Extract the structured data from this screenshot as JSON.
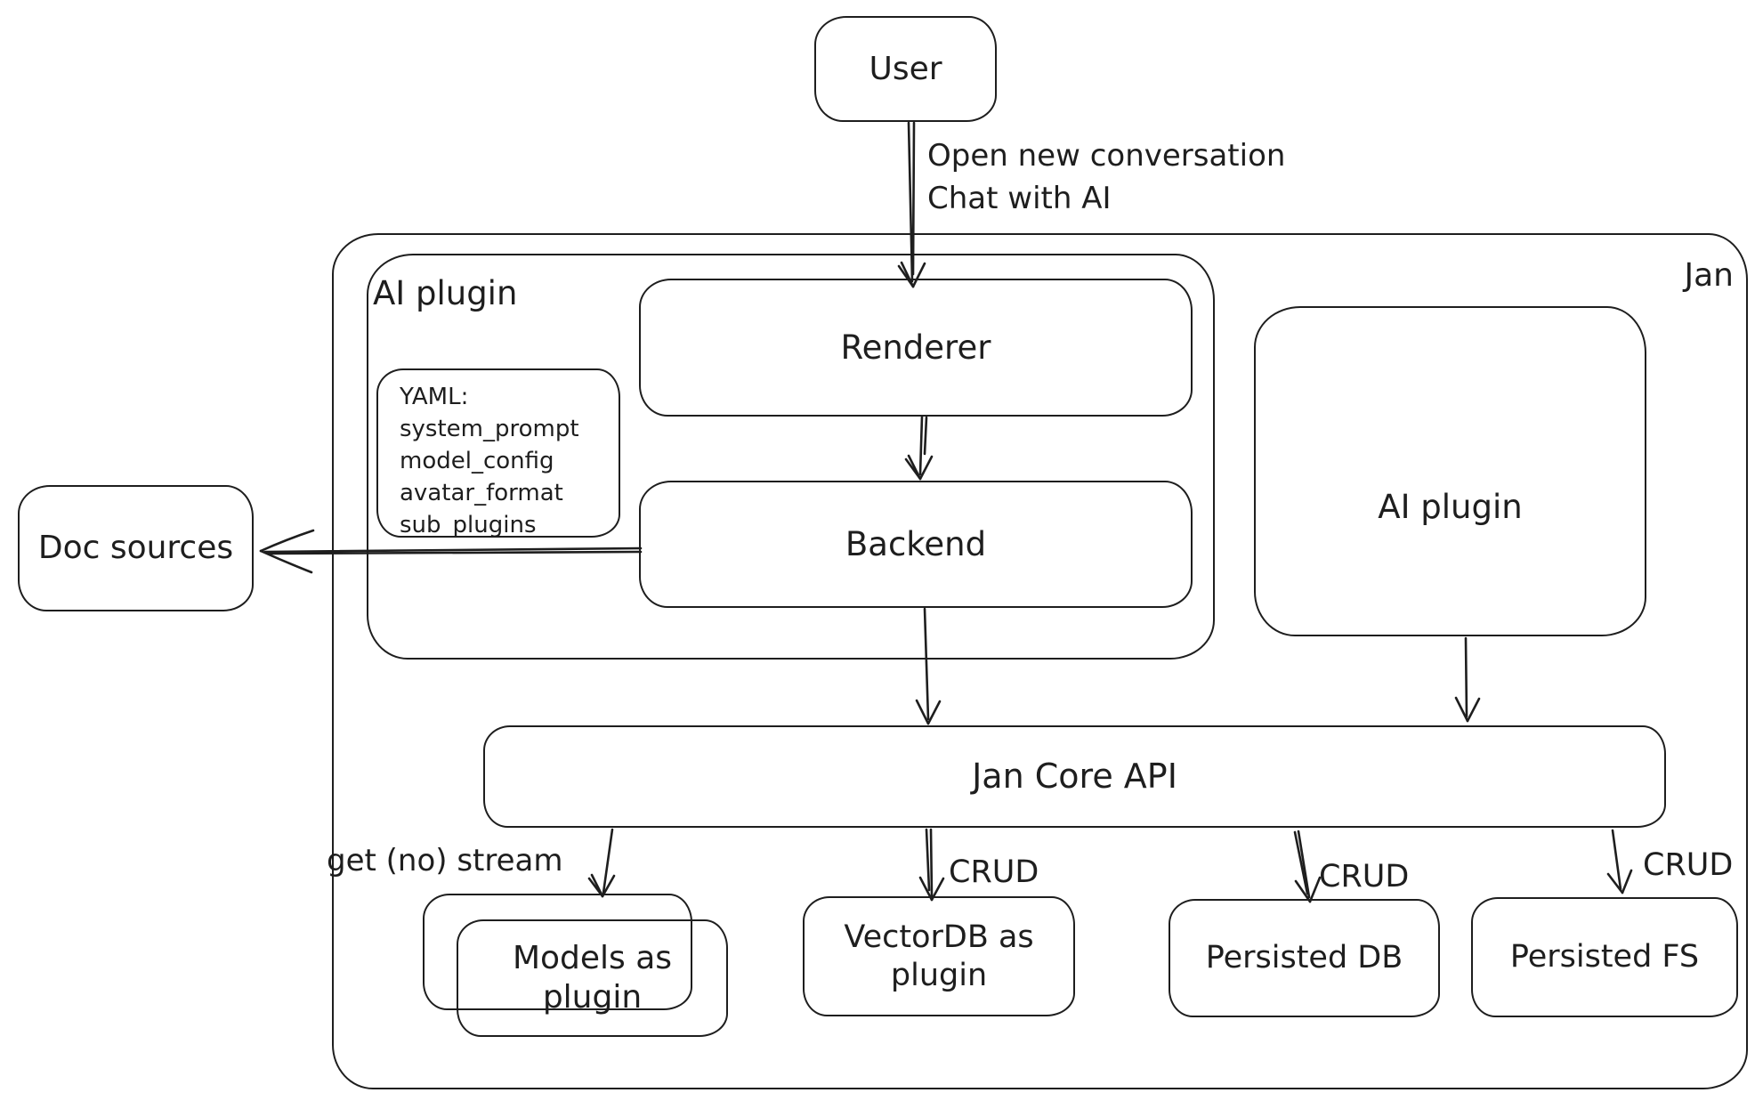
{
  "canvas": {
    "background": "#ffffff",
    "ink": "#1e1e1e"
  },
  "nodes": {
    "user": {
      "label": "User"
    },
    "jan_container": {
      "label": "Jan"
    },
    "ai_plugin_container": {
      "label": "AI plugin"
    },
    "renderer": {
      "label": "Renderer"
    },
    "backend": {
      "label": "Backend"
    },
    "yaml_note": {
      "lines": [
        "YAML:",
        "system_prompt",
        "model_config",
        "avatar_format",
        "sub_plugins"
      ]
    },
    "doc_sources": {
      "label": "Doc sources"
    },
    "ai_plugin_box": {
      "label": "AI plugin"
    },
    "jan_core_api": {
      "label": "Jan Core API"
    },
    "models_plugin": {
      "label": "Models as plugin"
    },
    "vectordb_plugin": {
      "label": "VectorDB as plugin"
    },
    "persisted_db": {
      "label": "Persisted DB"
    },
    "persisted_fs": {
      "label": "Persisted FS"
    }
  },
  "edges": {
    "user_to_renderer": {
      "label_line1": "Open new conversation",
      "label_line2": "Chat with AI"
    },
    "jan_core_to_models": {
      "label": "get (no) stream"
    },
    "jan_core_to_vectordb": {
      "label": "CRUD"
    },
    "jan_core_to_persisted_db": {
      "label": "CRUD"
    },
    "jan_core_to_persisted_fs": {
      "label": "CRUD"
    }
  }
}
